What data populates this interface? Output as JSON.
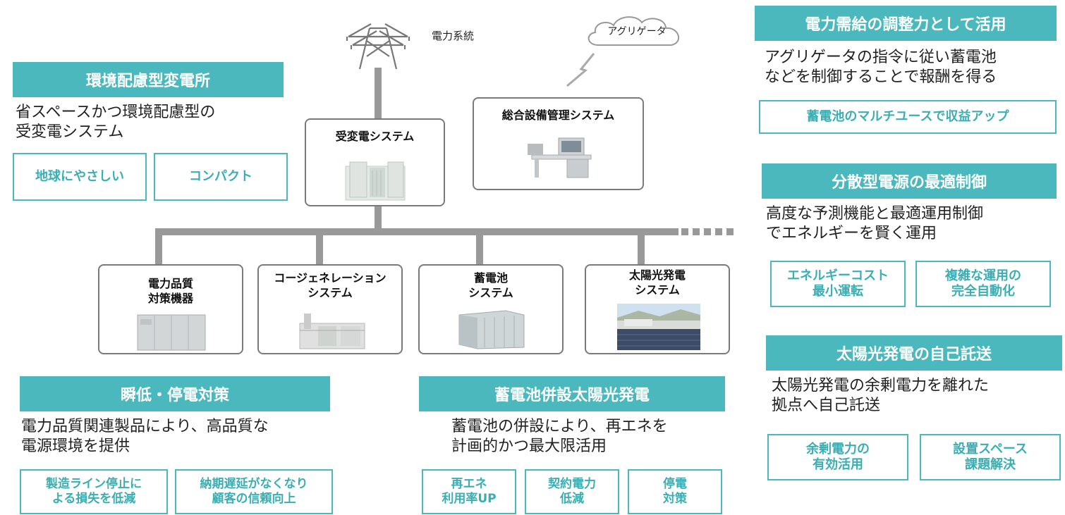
{
  "grid": {
    "label": "電力系統",
    "aggregator": "アグリゲータ"
  },
  "center": {
    "receiving": "受変電システム",
    "management": "総合設備管理システム"
  },
  "units": [
    {
      "title": "電力品質\n対策機器"
    },
    {
      "title": "コージェネレーション\nシステム"
    },
    {
      "title": "蓄電池\nシステム"
    },
    {
      "title": "太陽光発電\nシステム"
    }
  ],
  "left_top": {
    "heading": "環境配慮型変電所",
    "desc": "省スペースかつ環境配慮型の\n受変電システム",
    "tags": [
      "地球にやさしい",
      "コンパクト"
    ]
  },
  "left_bottom": {
    "heading": "瞬低・停電対策",
    "desc": "電力品質関連製品により、高品質な\n電源環境を提供",
    "tags": [
      "製造ライン停止に\nよる損失を低減",
      "納期遅延がなくなり\n顧客の信頼向上"
    ]
  },
  "mid_bottom": {
    "heading": "蓄電池併設太陽光発電",
    "desc": "蓄電池の併設により、再エネを\n計画的かつ最大限活用",
    "tags": [
      "再エネ\n利用率UP",
      "契約電力\n低減",
      "停電\n対策"
    ]
  },
  "right_1": {
    "heading": "電力需給の調整力として活用",
    "desc": "アグリゲータの指令に従い蓄電池\nなどを制御することで報酬を得る",
    "tags": [
      "蓄電池のマルチユースで収益アップ"
    ]
  },
  "right_2": {
    "heading": "分散型電源の最適制御",
    "desc": "高度な予測機能と最適運用制御\nでエネルギーを賢く運用",
    "tags": [
      "エネルギーコスト\n最小運転",
      "複雑な運用の\n完全自動化"
    ]
  },
  "right_3": {
    "heading": "太陽光発電の自己託送",
    "desc": "太陽光発電の余剰電力を離れた\n拠点へ自己託送",
    "tags": [
      "余剰電力の\n有効活用",
      "設置スペース\n課題解決"
    ]
  },
  "colors": {
    "accent": "#4ab8bd",
    "line": "#999999"
  }
}
